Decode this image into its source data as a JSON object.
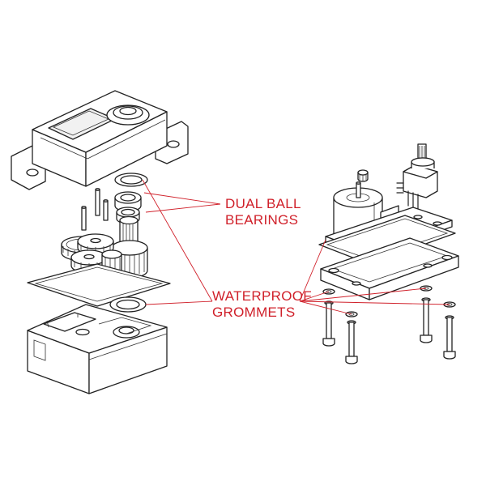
{
  "labels": {
    "bearings_line1": "DUAL BALL",
    "bearings_line2": "BEARINGS",
    "grommets_line1": "WATERPROOF",
    "grommets_line2": "GROMMETS"
  },
  "colors": {
    "callout_text": "#d0202a",
    "leader_lines": "#d0202a",
    "drawing_ink": "#222222",
    "background": "#ffffff"
  }
}
